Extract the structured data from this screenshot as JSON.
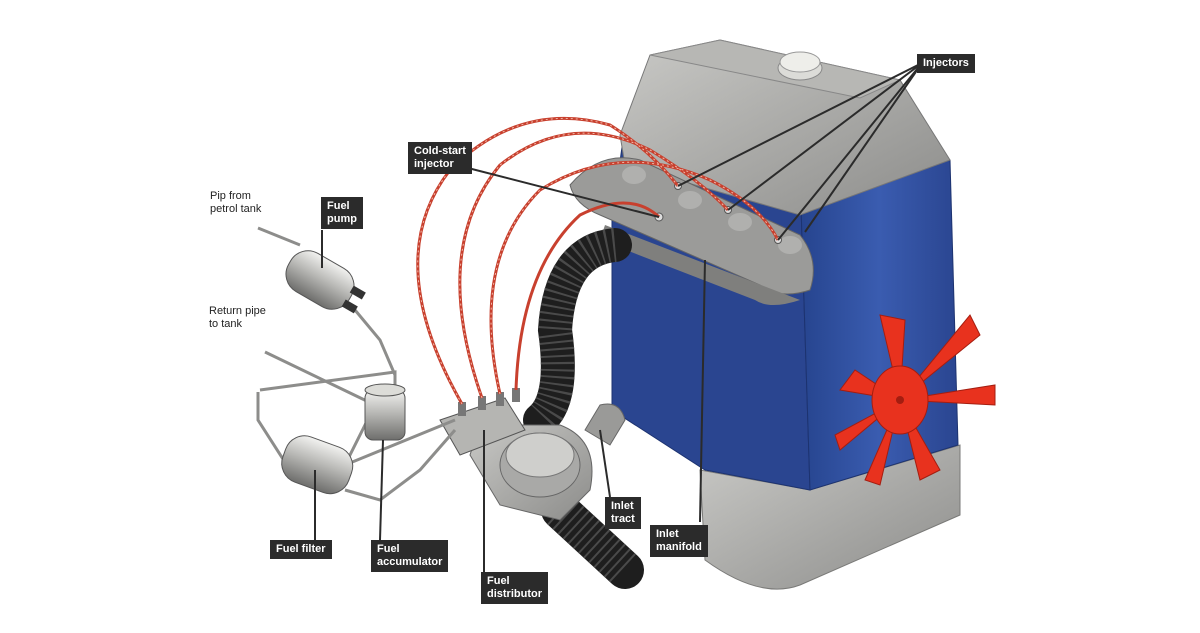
{
  "labels": {
    "injectors": "Injectors",
    "cold_start_injector": "Cold-start\ninjector",
    "fuel_pump": "Fuel\npump",
    "pipe_from_tank": "Pip from\npetrol tank",
    "return_pipe": "Return pipe\nto tank",
    "fuel_filter": "Fuel filter",
    "fuel_accumulator": "Fuel\naccumulator",
    "fuel_distributor": "Fuel\ndistributor",
    "inlet_tract": "Inlet\ntract",
    "inlet_manifold": "Inlet\nmanifold"
  },
  "colors": {
    "engine_blue": "#2f4f9e",
    "engine_grey": "#9a9a98",
    "fan_red": "#e8321e",
    "fuel_line_red": "#c8402e",
    "hose_black": "#1e1e1e",
    "label_bg": "#2b2b2b"
  }
}
